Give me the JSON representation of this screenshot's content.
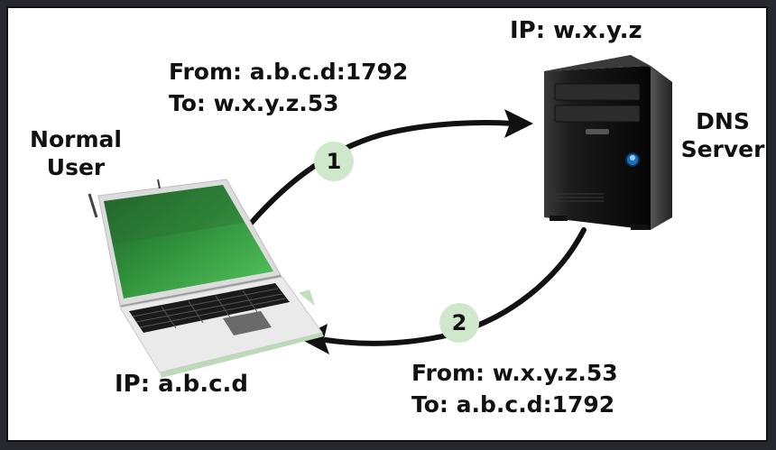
{
  "client": {
    "caption_line1": "Normal",
    "caption_line2": "User",
    "ip_label": "IP: a.b.c.d",
    "icon": "laptop-icon"
  },
  "server": {
    "ip_label": "IP: w.x.y.z",
    "caption_line1": "DNS",
    "caption_line2": "Server",
    "icon": "server-tower-icon"
  },
  "request": {
    "step": "1",
    "from": "From: a.b.c.d:1792",
    "to": "To: w.x.y.z.53"
  },
  "response": {
    "step": "2",
    "from": "From: w.x.y.z.53",
    "to": "To: a.b.c.d:1792"
  },
  "colors": {
    "frame": "#272730",
    "step_badge": "#cfe8cb",
    "arrow": "#111111",
    "screen_green": "#3fae4a"
  }
}
